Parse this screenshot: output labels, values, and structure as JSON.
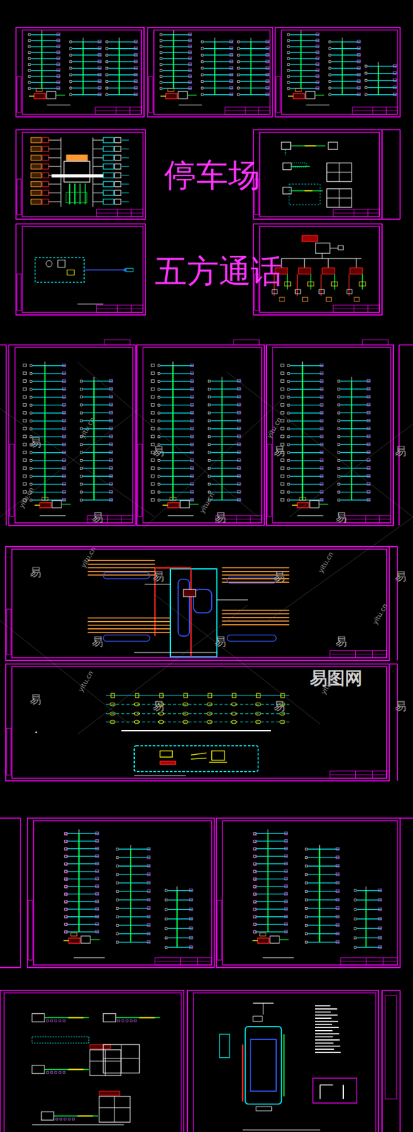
{
  "diagram": {
    "labels": [
      "停车场",
      "五方通话",
      "易图网",
      "易",
      "易",
      "易",
      "易",
      "易",
      "易",
      "易",
      "易",
      "易",
      "易",
      "易",
      "易",
      "易",
      "易",
      "易",
      "易",
      "易",
      "易",
      "yitu.cn",
      "yitu.cn",
      "yitu.cn",
      "yitu.cn",
      "yitu.cn",
      "yitu.cn",
      "yitu.cn",
      "yitu.cn",
      "yitu.cn"
    ]
  }
}
